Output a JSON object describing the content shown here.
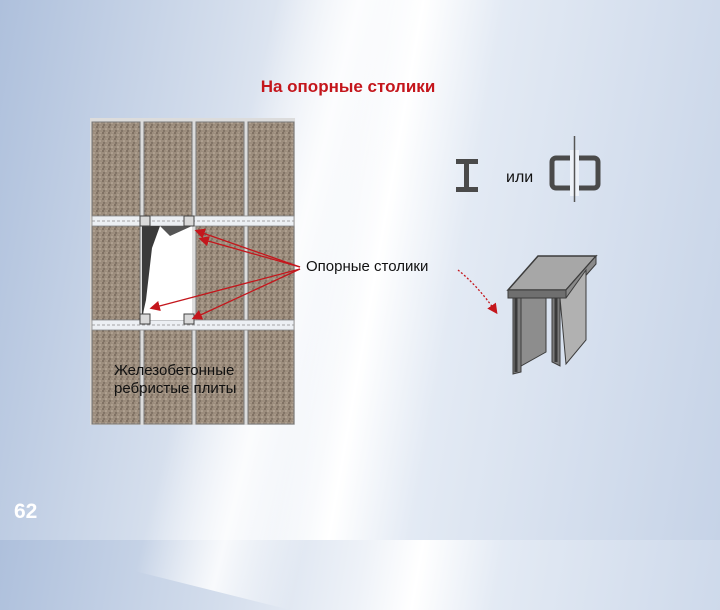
{
  "slide": {
    "title": "На опорные столики",
    "number": "62"
  },
  "labels": {
    "supports": "Опорные столики",
    "or": "или",
    "slabs_line1": "Железобетонные",
    "slabs_line2": "ребристые плиты"
  },
  "colors": {
    "title": "#c4161c",
    "arrow": "#c4161c",
    "concrete": "#9c8d7d",
    "steel": "#7f7f7f"
  },
  "icons": [
    "i-beam-section-icon",
    "channel-pair-section-icon",
    "support-table-icon"
  ]
}
